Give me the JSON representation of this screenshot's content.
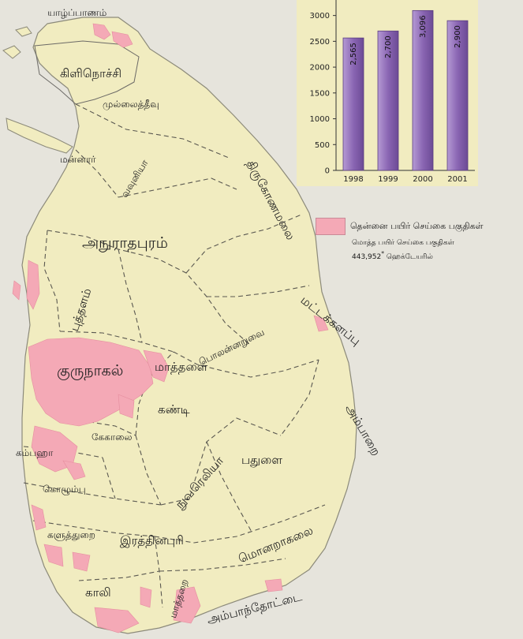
{
  "districts": {
    "jaffna": "யாழ்ப்பாணம்",
    "kilinochchi": "கிளிநொச்சி",
    "mullaitivu": "முல்லைத்தீவு",
    "mannar": "மன்னார்",
    "vavuniya": "வவுனியா",
    "trincomalee": "திருகோணமலை",
    "anuradhapura": "அநுராதபுரம்",
    "puttalam": "புத்தளம்",
    "polonnaruwa": "பொலன்னறுவை",
    "batticaloa": "மட்டக்களப்பு",
    "kurunegala": "குருநாகல்",
    "matale": "மாத்தளை",
    "kandy": "கண்டி",
    "kegalle": "கேகாலை",
    "ampara": "அம்பாறை",
    "gampaha": "கம்பஹா",
    "nuwara_eliya": "நுவரெலியா",
    "badulla": "பதுளை",
    "colombo": "கொழும்பு",
    "monaragala": "மொனறாகலை",
    "kalutara": "களுத்துறை",
    "ratnapura": "இரத்தினபுரி",
    "galle": "காலி",
    "matara": "மாத்தறை",
    "hambantota": "அம்பாந்தோட்டை"
  },
  "legend": {
    "swatch_color": "#f4a9b6",
    "title": "தென்னை பயிர் செய்கை பகுதிகள்",
    "note_line1": "மொத்த பயிர் செய்கை பகுதிகள்",
    "note_value": "443,952",
    "note_marker": "*",
    "note_unit": "ஹெக்டேயரில்"
  },
  "colors": {
    "land": "#f1ecc0",
    "coconut": "#f4a9b6",
    "sea": "#e6e4dc",
    "bar": "#8a66b3"
  },
  "chart_data": {
    "type": "bar",
    "categories": [
      "1998",
      "1999",
      "2000",
      "2001"
    ],
    "values": [
      2565,
      2700,
      3096,
      2900
    ],
    "value_labels": [
      "2,565",
      "2,700",
      "3,096",
      "2,900"
    ],
    "y_ticks": [
      0,
      500,
      1000,
      1500,
      2000,
      2500,
      3000
    ],
    "ylim": [
      0,
      3300
    ]
  }
}
